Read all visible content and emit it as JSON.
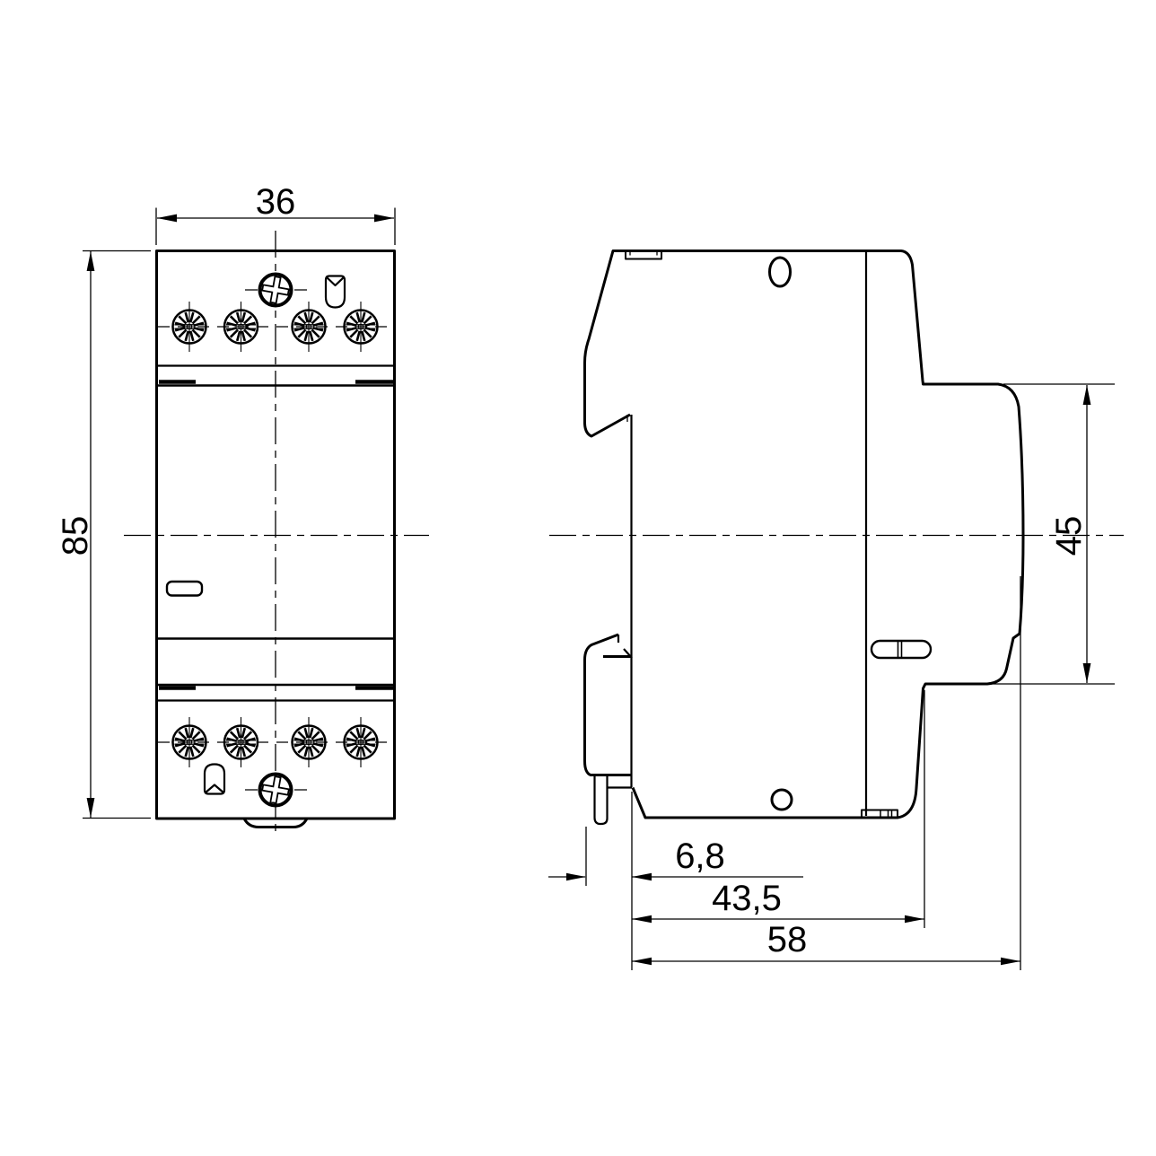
{
  "drawing": {
    "background_color": "#ffffff",
    "line_color": "#000000",
    "dimensions": {
      "front_width": {
        "label": "36"
      },
      "front_height": {
        "label": "85"
      },
      "side_upper_depth": {
        "label": "45"
      },
      "clip_offset": {
        "label": "6,8"
      },
      "body_depth": {
        "label": "43,5"
      },
      "total_depth": {
        "label": "58"
      }
    }
  }
}
